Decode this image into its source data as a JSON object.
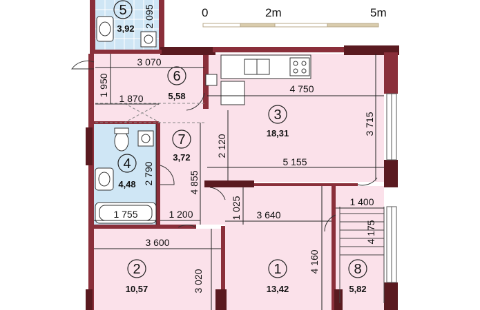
{
  "scale": {
    "labels": [
      "0",
      "2m",
      "5m"
    ]
  },
  "colors": {
    "room": "#fbe1ea",
    "wall": "#8a2f3a",
    "wall_dark": "#5a1a20",
    "bath": "#cfe6f5",
    "line": "#333333"
  },
  "rooms": [
    {
      "id": "room-1",
      "number": "1",
      "area": "13,42"
    },
    {
      "id": "room-2",
      "number": "2",
      "area": "10,57"
    },
    {
      "id": "room-3",
      "number": "3",
      "area": "18,31"
    },
    {
      "id": "room-4",
      "number": "4",
      "area": "4,48"
    },
    {
      "id": "room-5",
      "number": "5",
      "area": "3,92"
    },
    {
      "id": "room-6",
      "number": "6",
      "area": "5,58"
    },
    {
      "id": "room-7",
      "number": "7",
      "area": "3,72"
    },
    {
      "id": "room-8",
      "number": "8",
      "area": "5,82"
    }
  ],
  "dimensions": {
    "d_2095": "2 095",
    "d_3070": "3 070",
    "d_1950": "1 950",
    "d_1870": "1 870",
    "d_4750": "4 750",
    "d_3715": "3 715",
    "d_2120": "2 120",
    "d_5155": "5 155",
    "d_2790": "2 790",
    "d_4855": "4 855",
    "d_1025": "1 025",
    "d_3640": "3 640",
    "d_1400": "1 400",
    "d_4175": "4 175",
    "d_1755": "1 755",
    "d_1200": "1 200",
    "d_3600": "3 600",
    "d_4160": "4 160",
    "d_3020": "3 020"
  }
}
